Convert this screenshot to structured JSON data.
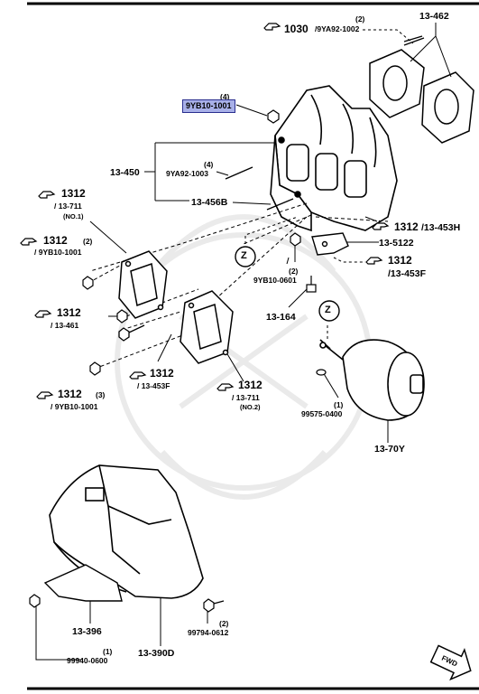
{
  "diagram": {
    "qty_labels": {
      "q1030": "(2)",
      "q9yb10_top": "(4)",
      "q9ya92_1003": "(4)",
      "q1312_9yb": "(2)",
      "q9yb10_0601": "(2)",
      "q1312_bottom": "(3)",
      "q99575": "(1)",
      "q99794": "(2)",
      "q99940": "(1)"
    },
    "parts": {
      "p1030": "1030",
      "p1030_sub": "/9YA92-1002",
      "p13_462": "13-462",
      "p9yb10_1001_hl": "9YB10-1001",
      "p13_450": "13-450",
      "p9ya92_1003": "9YA92-1003",
      "p13_456b": "13-456B",
      "p1312_a": "1312",
      "p13_711_a": "/ 13-711",
      "p13_711_a_no": "(NO.1)",
      "p1312_b": "1312",
      "p1312_b_sub": "/ 9YB10-1001",
      "p1312_c": "1312",
      "p13_461": "/ 13-461",
      "p1312_d": "1312",
      "p13_453h": "/13-453H",
      "p13_5122": "13-5122",
      "p1312_e": "1312",
      "p13_453f_e": "/13-453F",
      "p9yb10_0601": "9YB10-0601",
      "p13_164": "13-164",
      "p1312_f": "1312",
      "p13_453f_f": "/ 13-453F",
      "p1312_g": "1312",
      "p13_711_g": "/ 13-711",
      "p13_711_g_no": "(NO.2)",
      "p1312_h": "1312",
      "p1312_h_sub": "/ 9YB10-1001",
      "p99575": "99575-0400",
      "p13_70y": "13-70Y",
      "p13_396": "13-396",
      "p99794": "99794-0612",
      "p99940": "99940-0600",
      "p13_390d": "13-390D",
      "z1": "Z",
      "z2": "Z",
      "fwd": "FWD"
    }
  }
}
